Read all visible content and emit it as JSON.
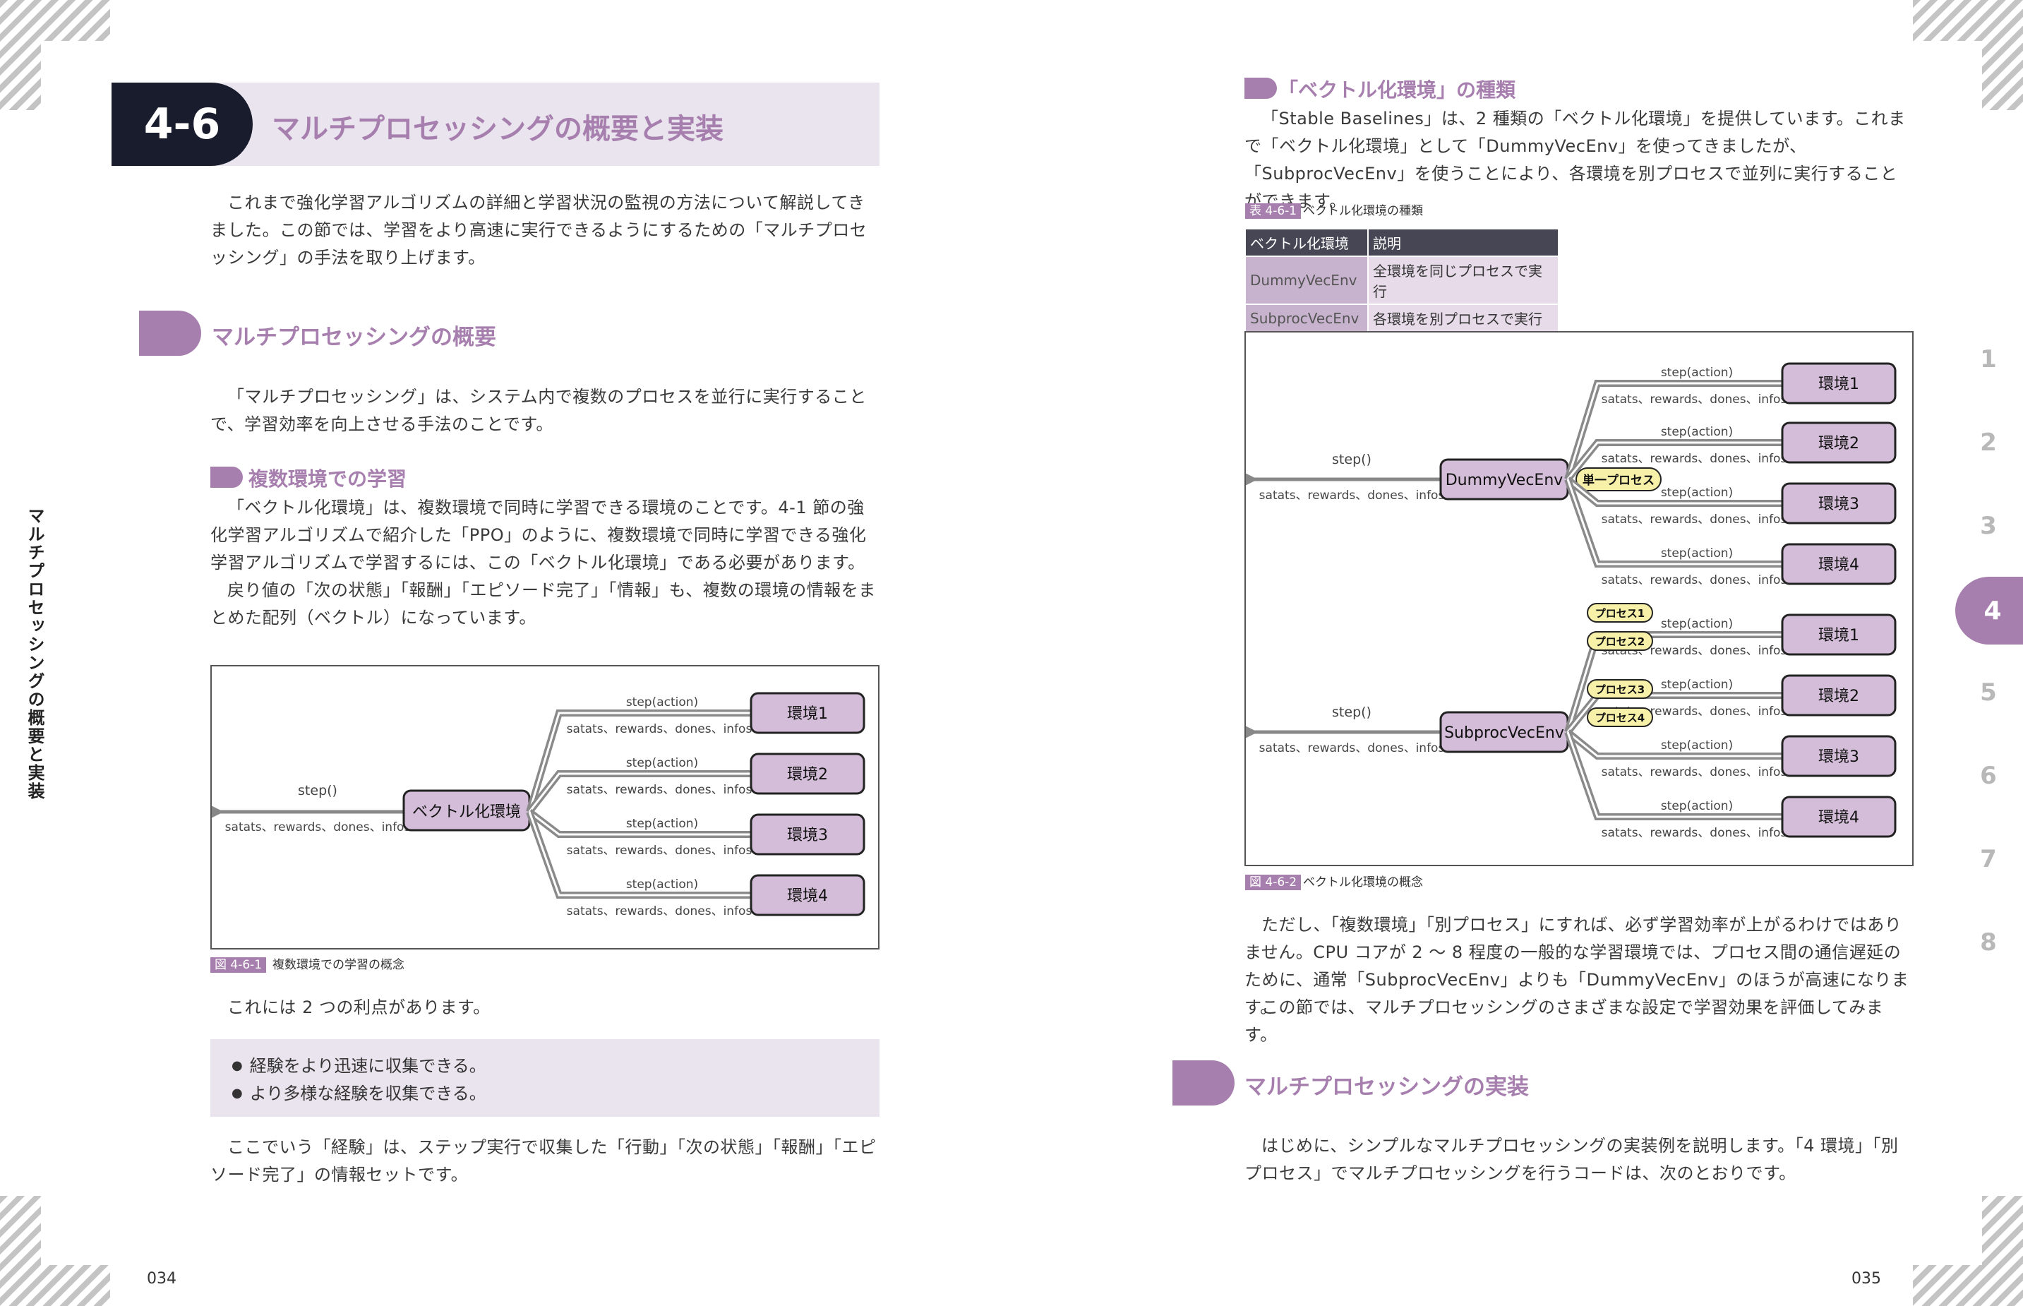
{
  "left": {
    "section_number": "4-6",
    "section_title": "マルチプロセッシングの概要と実装",
    "intro": "これまで強化学習アルゴリズムの詳細と学習状況の監視の方法について解説してきました。この節では、学習をより高速に実行できるようにするための「マルチプロセッシング」の手法を取り上げます。",
    "h2": "マルチプロセッシングの概要",
    "p1": "「マルチプロセッシング」は、システム内で複数のプロセスを並行に実行することで、学習効率を向上させる手法のことです。",
    "h3": "複数環境での学習",
    "p2": "「ベクトル化環境」は、複数環境で同時に学習できる環境のことです。4-1 節の強化学習アルゴリズムで紹介した「PPO」のように、複数環境で同時に学習できる強化学習アルゴリズムで学習するには、この「ベクトル化環境」である必要があります。",
    "p3": "戻り値の「次の状態」「報酬」「エピソード完了」「情報」も、複数の環境の情報をまとめた配列（ベクトル）になっています。",
    "fig1": {
      "hub": "ベクトル化環境",
      "step_in": "step()",
      "ret_out": "satats、rewards、dones、infos",
      "envs": [
        "環境1",
        "環境2",
        "環境3",
        "環境4"
      ],
      "branch_step": "step(action)",
      "branch_ret": "satats、rewards、dones、infos",
      "caption_tag": "図 4-6-1",
      "caption": "複数環境での学習の概念"
    },
    "p4": "これには 2 つの利点があります。",
    "bullets": [
      "経験をより迅速に収集できる。",
      "より多様な経験を収集できる。"
    ],
    "p5": "ここでいう「経験」は、ステップ実行で収集した「行動」「次の状態」「報酬」「エピソード完了」の情報セットです。",
    "side_label": "マルチプロセッシングの概要と実装",
    "page_number": "034"
  },
  "right": {
    "h3": "「ベクトル化環境」の種類",
    "p1": "「Stable Baselines」は、2 種類の「ベクトル化環境」を提供しています。これまで「ベクトル化環境」として「DummyVecEnv」を使ってきましたが、「SubprocVecEnv」を使うことにより、各環境を別プロセスで並列に実行することができます。",
    "table_caption_tag": "表 4-6-1",
    "table_caption": "ベクトル化環境の種類",
    "table": {
      "headers": [
        "ベクトル化環境",
        "説明"
      ],
      "rows": [
        [
          "DummyVecEnv",
          "全環境を同じプロセスで実行"
        ],
        [
          "SubprocVecEnv",
          "各環境を別プロセスで実行"
        ]
      ]
    },
    "fig2": {
      "hub_top": "DummyVecEnv",
      "hub_bottom": "SubprocVecEnv",
      "single_proc": "単一プロセス",
      "procs": [
        "プロセス1",
        "プロセス2",
        "プロセス3",
        "プロセス4"
      ],
      "step_in": "step()",
      "ret_out": "satats、rewards、dones、infos",
      "envs": [
        "環境1",
        "環境2",
        "環境3",
        "環境4"
      ],
      "branch_step": "step(action)",
      "branch_ret": "satats、rewards、dones、infos",
      "caption_tag": "図 4-6-2",
      "caption": "ベクトル化環境の概念"
    },
    "p2": "ただし、「複数環境」「別プロセス」にすれば、必ず学習効率が上がるわけではありません。CPU コアが 2 〜 8 程度の一般的な学習環境では、プロセス間の通信遅延のために、通常「SubprocVecEnv」よりも「DummyVecEnv」のほうが高速になります。",
    "p3": "この節では、マルチプロセッシングのさまざまな設定で学習効果を評価してみます。",
    "h2": "マルチプロセッシングの実装",
    "p4": "はじめに、シンプルなマルチプロセッシングの実装例を説明します。「4 環境」「別プロセス」でマルチプロセッシングを行うコードは、次のとおりです。",
    "page_number": "035",
    "chapter_tabs": [
      "1",
      "2",
      "3",
      "4",
      "5",
      "6",
      "7",
      "8"
    ],
    "active_chapter": "4"
  },
  "colors": {
    "accent": "#a77fae",
    "accent_light": "#eae4ee",
    "dark": "#181c2c",
    "env_fill": "#d4bdd8"
  }
}
